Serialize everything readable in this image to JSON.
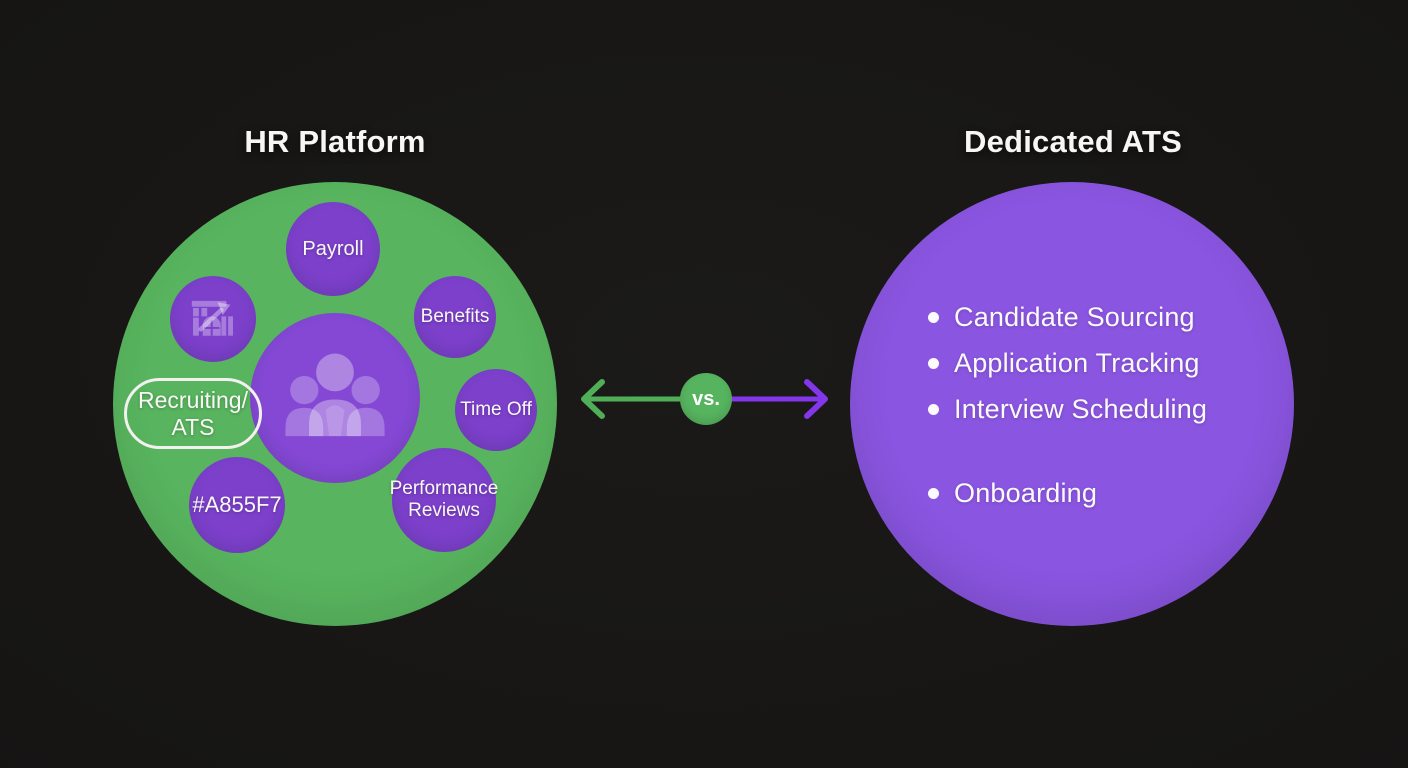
{
  "left_panel": {
    "title": "HR Platform",
    "nodes": {
      "payroll": "Payroll",
      "benefits": "Benefits",
      "time_off": "Time Off",
      "recruiting": "Recruiting/\nATS",
      "color_hex": "#A855F7",
      "performance": "Performance\nReviews"
    },
    "icons": {
      "center": "people-group-icon",
      "analytics": "building-growth-chart-icon"
    }
  },
  "versus": {
    "label": "vs."
  },
  "right_panel": {
    "title": "Dedicated ATS",
    "bullets": [
      "Candidate Sourcing",
      "Application Tracking",
      "Interview Scheduling",
      "Onboarding"
    ]
  },
  "colors": {
    "background": "#181715",
    "hr_green": "#58b45e",
    "node_purple": "#7c40cb",
    "center_purple": "#8448d4",
    "ats_purple": "#8a55e0",
    "arrow_green": "#4fae57",
    "arrow_purple": "#8336ea",
    "text_white": "#f8f6f4"
  }
}
